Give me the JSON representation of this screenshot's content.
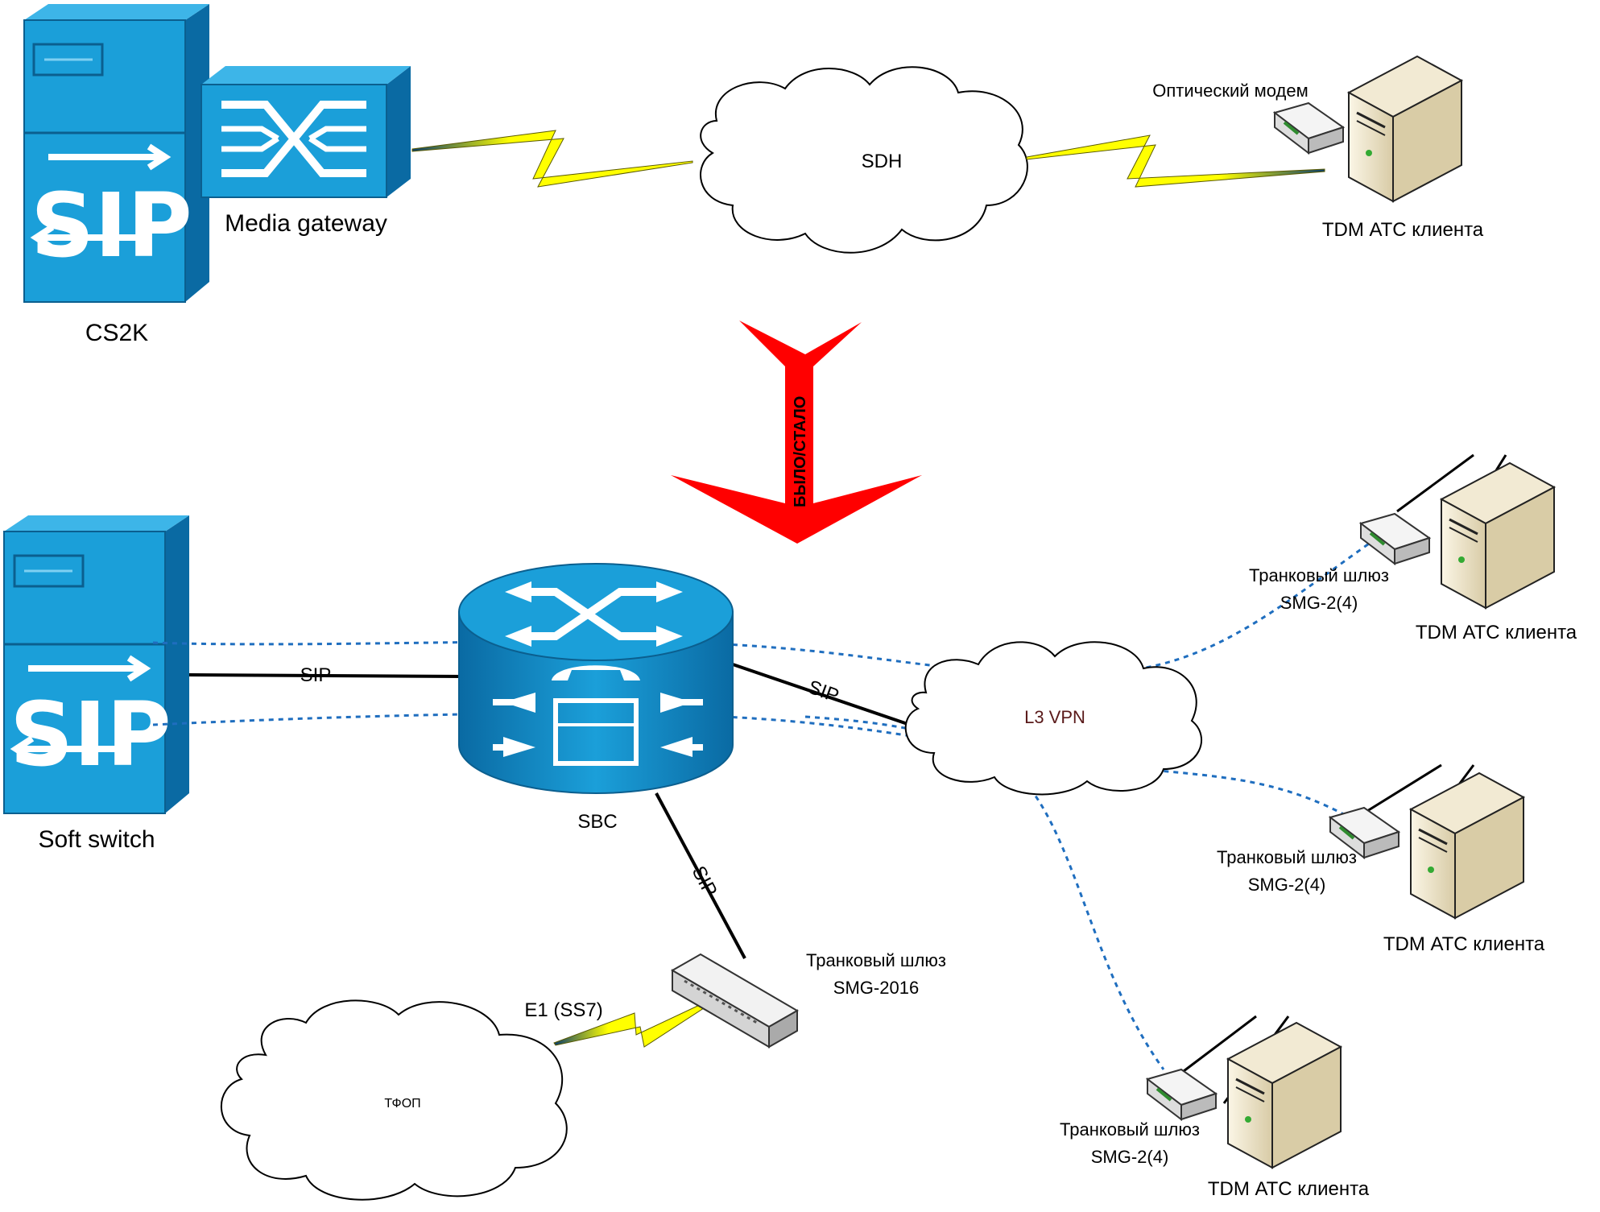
{
  "top": {
    "cs2k_label": "CS2K",
    "media_gateway_label": "Media gateway",
    "sdh_label": "SDH",
    "optical_modem_label": "Оптический модем",
    "tdm_label": "TDM АТС клиента",
    "sip_logo_text": "SIP"
  },
  "transition": {
    "arrow_label": "БЫЛО/СТАЛО"
  },
  "bottom": {
    "softswitch_label": "Soft switch",
    "sip_logo_text": "SIP",
    "sbc_label": "SBC",
    "l3vpn_label": "L3 VPN",
    "tfop_label": "ТФОП",
    "sip_link_1": "SIP",
    "sip_link_2": "SIP",
    "sip_link_3": "SIP",
    "e1_label": "E1 (SS7)",
    "smg2016_line1": "Транковый шлюз",
    "smg2016_line2": "SMG-2016",
    "clients": [
      {
        "gw_line1": "Транковый шлюз",
        "gw_line2": "SMG-2(4)",
        "tdm": "TDM АТС клиента"
      },
      {
        "gw_line1": "Транковый шлюз",
        "gw_line2": "SMG-2(4)",
        "tdm": "TDM АТС клиента"
      },
      {
        "gw_line1": "Транковый шлюз",
        "gw_line2": "SMG-2(4)",
        "tdm": "TDM АТС клиента"
      }
    ]
  },
  "colors": {
    "cisco_blue": "#1b9fd9",
    "cisco_dark": "#0a6aa3",
    "lightning": "#ffff00",
    "arrow_red": "#ff0000",
    "dotted_link": "#1f6ebf",
    "server_beige": "#e6dcc0"
  }
}
